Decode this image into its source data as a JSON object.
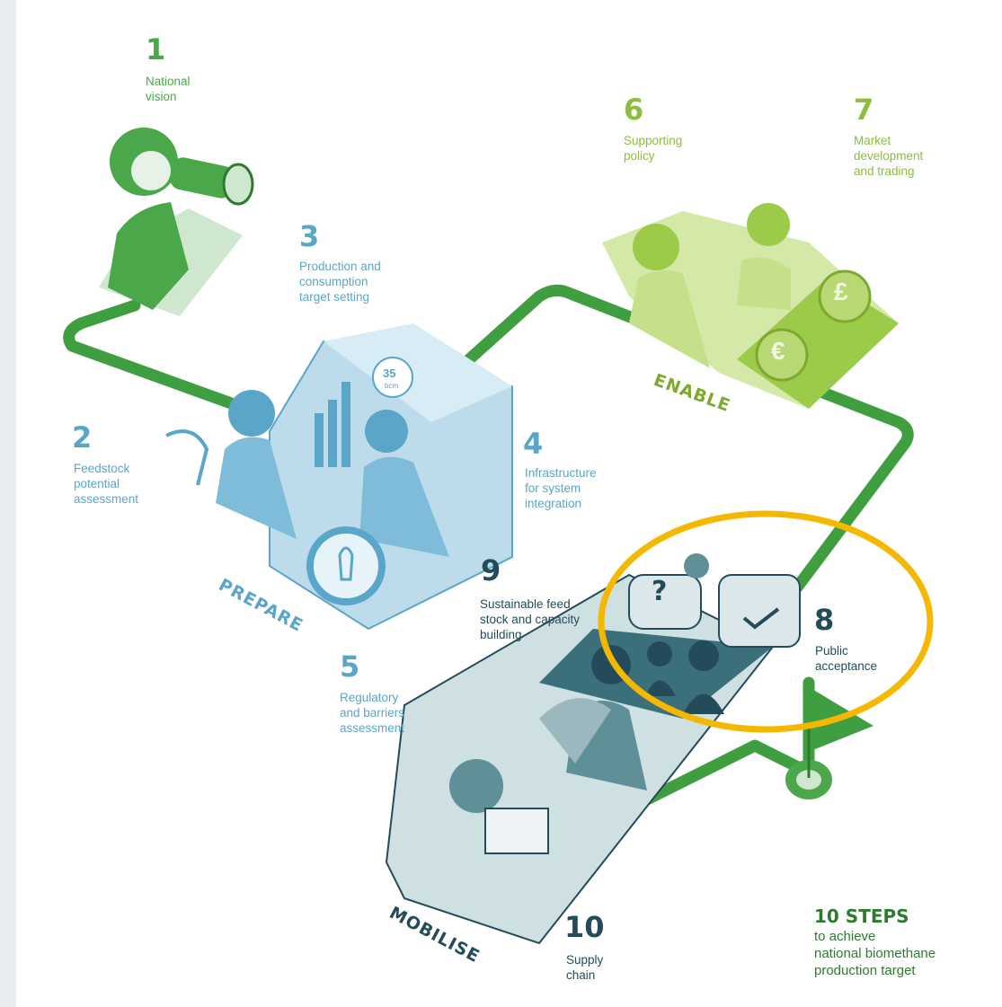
{
  "steps": [
    {
      "number": "1",
      "label": "National\nvision"
    },
    {
      "number": "2",
      "label": "Feedstock\npotential\nassessment"
    },
    {
      "number": "3",
      "label": "Production and\nconsumption\ntarget setting"
    },
    {
      "number": "4",
      "label": "Infrastructure\nfor system\nintegration"
    },
    {
      "number": "5",
      "label": "Regulatory\nand barriers\nassessment"
    },
    {
      "number": "6",
      "label": "Supporting\npolicy"
    },
    {
      "number": "7",
      "label": "Market\ndevelopment\nand trading"
    },
    {
      "number": "8",
      "label": "Public\nacceptance"
    },
    {
      "number": "9",
      "label": "Sustainable feed\nstock and capacity\nbuilding"
    },
    {
      "number": "10",
      "label": "Supply\nchain"
    }
  ],
  "stages": {
    "prepare": "PREPARE",
    "enable": "ENABLE",
    "mobilise": "MOBILISE"
  },
  "badge": {
    "value": "35",
    "unit": "bcm"
  },
  "summary": {
    "title": "10 STEPS",
    "subtitle": "to achieve\nnational biomethane\nproduction target"
  },
  "icons": {
    "question": "?",
    "euro": "€",
    "pound": "£"
  },
  "colors": {
    "green": "#4aa84a",
    "light_green": "#8cbd3c",
    "blue": "#5aa6c8",
    "dark_teal": "#234b5a",
    "highlight": "#f5b800"
  }
}
